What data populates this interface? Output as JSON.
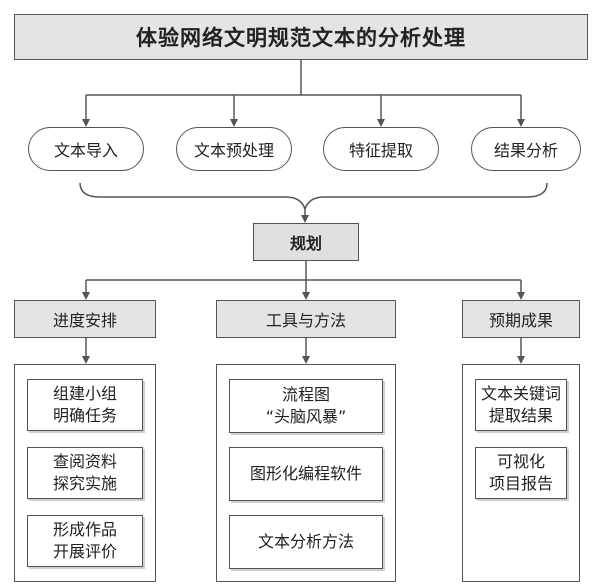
{
  "title": "体验网络文明规范文本的分析处理",
  "steps": [
    "文本导入",
    "文本预处理",
    "特征提取",
    "结果分析"
  ],
  "plan_label": "规划",
  "columns": [
    {
      "header": "进度安排",
      "items": [
        "组建小组\n明确任务",
        "查阅资料\n探究实施",
        "形成作品\n开展评价"
      ]
    },
    {
      "header": "工具与方法",
      "items": [
        "流程图\n“头脑风暴”",
        "图形化编程软件",
        "文本分析方法"
      ]
    },
    {
      "header": "预期成果",
      "items": [
        "文本关键词\n提取结果",
        "可视化\n项目报告"
      ]
    }
  ]
}
